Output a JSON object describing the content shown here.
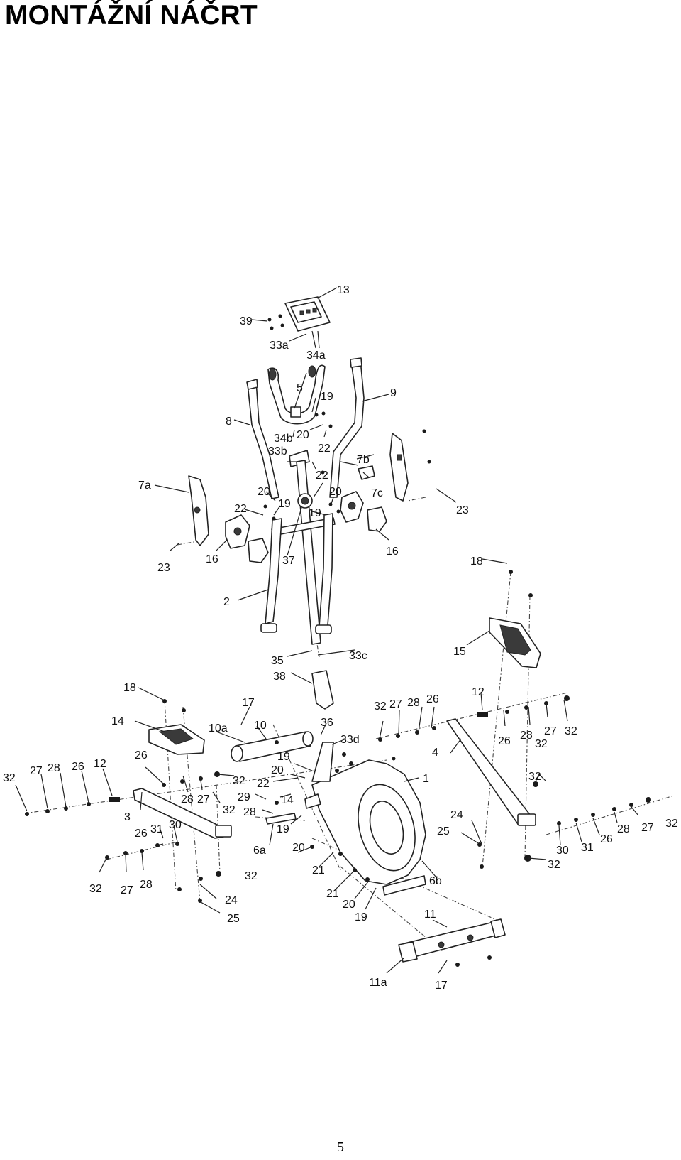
{
  "title": "MONTÁŽNÍ NÁČRT",
  "page_number": "5",
  "callouts": [
    {
      "id": "c13",
      "text": "13"
    },
    {
      "id": "c39",
      "text": "39"
    },
    {
      "id": "c33a",
      "text": "33a"
    },
    {
      "id": "c34a",
      "text": "34a"
    },
    {
      "id": "c5",
      "text": "5"
    },
    {
      "id": "c19a",
      "text": "19"
    },
    {
      "id": "c9",
      "text": "9"
    },
    {
      "id": "c8",
      "text": "8"
    },
    {
      "id": "c34b",
      "text": "34b"
    },
    {
      "id": "c20a",
      "text": "20"
    },
    {
      "id": "c33b",
      "text": "33b"
    },
    {
      "id": "c22a",
      "text": "22"
    },
    {
      "id": "c7b",
      "text": "7b"
    },
    {
      "id": "c22b",
      "text": "22"
    },
    {
      "id": "c7a",
      "text": "7a"
    },
    {
      "id": "c20b",
      "text": "20"
    },
    {
      "id": "c20c",
      "text": "20"
    },
    {
      "id": "c7c",
      "text": "7c"
    },
    {
      "id": "c22c",
      "text": "22"
    },
    {
      "id": "c19b",
      "text": "19"
    },
    {
      "id": "c19c",
      "text": "19"
    },
    {
      "id": "c23a",
      "text": "23"
    },
    {
      "id": "c16a",
      "text": "16"
    },
    {
      "id": "c16b",
      "text": "16"
    },
    {
      "id": "c37",
      "text": "37"
    },
    {
      "id": "c23b",
      "text": "23"
    },
    {
      "id": "c18a",
      "text": "18"
    },
    {
      "id": "c2",
      "text": "2"
    },
    {
      "id": "c35",
      "text": "35"
    },
    {
      "id": "c33c",
      "text": "33c"
    },
    {
      "id": "c15",
      "text": "15"
    },
    {
      "id": "c38",
      "text": "38"
    },
    {
      "id": "c18b",
      "text": "18"
    },
    {
      "id": "c17a",
      "text": "17"
    },
    {
      "id": "c36",
      "text": "36"
    },
    {
      "id": "c32a",
      "text": "32"
    },
    {
      "id": "c27a",
      "text": "27"
    },
    {
      "id": "c28a",
      "text": "28"
    },
    {
      "id": "c26a",
      "text": "26"
    },
    {
      "id": "c12a",
      "text": "12"
    },
    {
      "id": "c14a",
      "text": "14"
    },
    {
      "id": "c10a",
      "text": "10a"
    },
    {
      "id": "c10",
      "text": "10"
    },
    {
      "id": "c33d",
      "text": "33d"
    },
    {
      "id": "c26b",
      "text": "26"
    },
    {
      "id": "c28b",
      "text": "28"
    },
    {
      "id": "c27b",
      "text": "27"
    },
    {
      "id": "c32b",
      "text": "32"
    },
    {
      "id": "c4",
      "text": "4"
    },
    {
      "id": "c19d",
      "text": "19"
    },
    {
      "id": "c20d",
      "text": "20"
    },
    {
      "id": "c1",
      "text": "1"
    },
    {
      "id": "c32c",
      "text": "32"
    },
    {
      "id": "c27c",
      "text": "27"
    },
    {
      "id": "c28c",
      "text": "28"
    },
    {
      "id": "c26c",
      "text": "26"
    },
    {
      "id": "c12b",
      "text": "12"
    },
    {
      "id": "c26d",
      "text": "26"
    },
    {
      "id": "c32d",
      "text": "32"
    },
    {
      "id": "c22d",
      "text": "22"
    },
    {
      "id": "c28d",
      "text": "28"
    },
    {
      "id": "c27d",
      "text": "27"
    },
    {
      "id": "c29",
      "text": "29"
    },
    {
      "id": "c14b",
      "text": "14"
    },
    {
      "id": "c32e",
      "text": "32"
    },
    {
      "id": "c3",
      "text": "3"
    },
    {
      "id": "c28e",
      "text": "28"
    },
    {
      "id": "c32f",
      "text": "32"
    },
    {
      "id": "c30a",
      "text": "30"
    },
    {
      "id": "c26e",
      "text": "26"
    },
    {
      "id": "c31a",
      "text": "31"
    },
    {
      "id": "c19e",
      "text": "19"
    },
    {
      "id": "c6a",
      "text": "6a"
    },
    {
      "id": "c20e",
      "text": "20"
    },
    {
      "id": "c24a",
      "text": "24"
    },
    {
      "id": "c25a",
      "text": "25"
    },
    {
      "id": "c32g",
      "text": "32"
    },
    {
      "id": "c30b",
      "text": "30"
    },
    {
      "id": "c31b",
      "text": "31"
    },
    {
      "id": "c26f",
      "text": "26"
    },
    {
      "id": "c28f",
      "text": "28"
    },
    {
      "id": "c27e",
      "text": "27"
    },
    {
      "id": "c32h",
      "text": "32"
    },
    {
      "id": "c32i",
      "text": "32"
    },
    {
      "id": "c32j",
      "text": "32"
    },
    {
      "id": "c27f",
      "text": "27"
    },
    {
      "id": "c28g",
      "text": "28"
    },
    {
      "id": "c21a",
      "text": "21"
    },
    {
      "id": "c21b",
      "text": "21"
    },
    {
      "id": "c6b",
      "text": "6b"
    },
    {
      "id": "c20f",
      "text": "20"
    },
    {
      "id": "c19f",
      "text": "19"
    },
    {
      "id": "c32k",
      "text": "32"
    },
    {
      "id": "c24b",
      "text": "24"
    },
    {
      "id": "c25b",
      "text": "25"
    },
    {
      "id": "c11",
      "text": "11"
    },
    {
      "id": "c11a",
      "text": "11a"
    },
    {
      "id": "c17b",
      "text": "17"
    }
  ]
}
